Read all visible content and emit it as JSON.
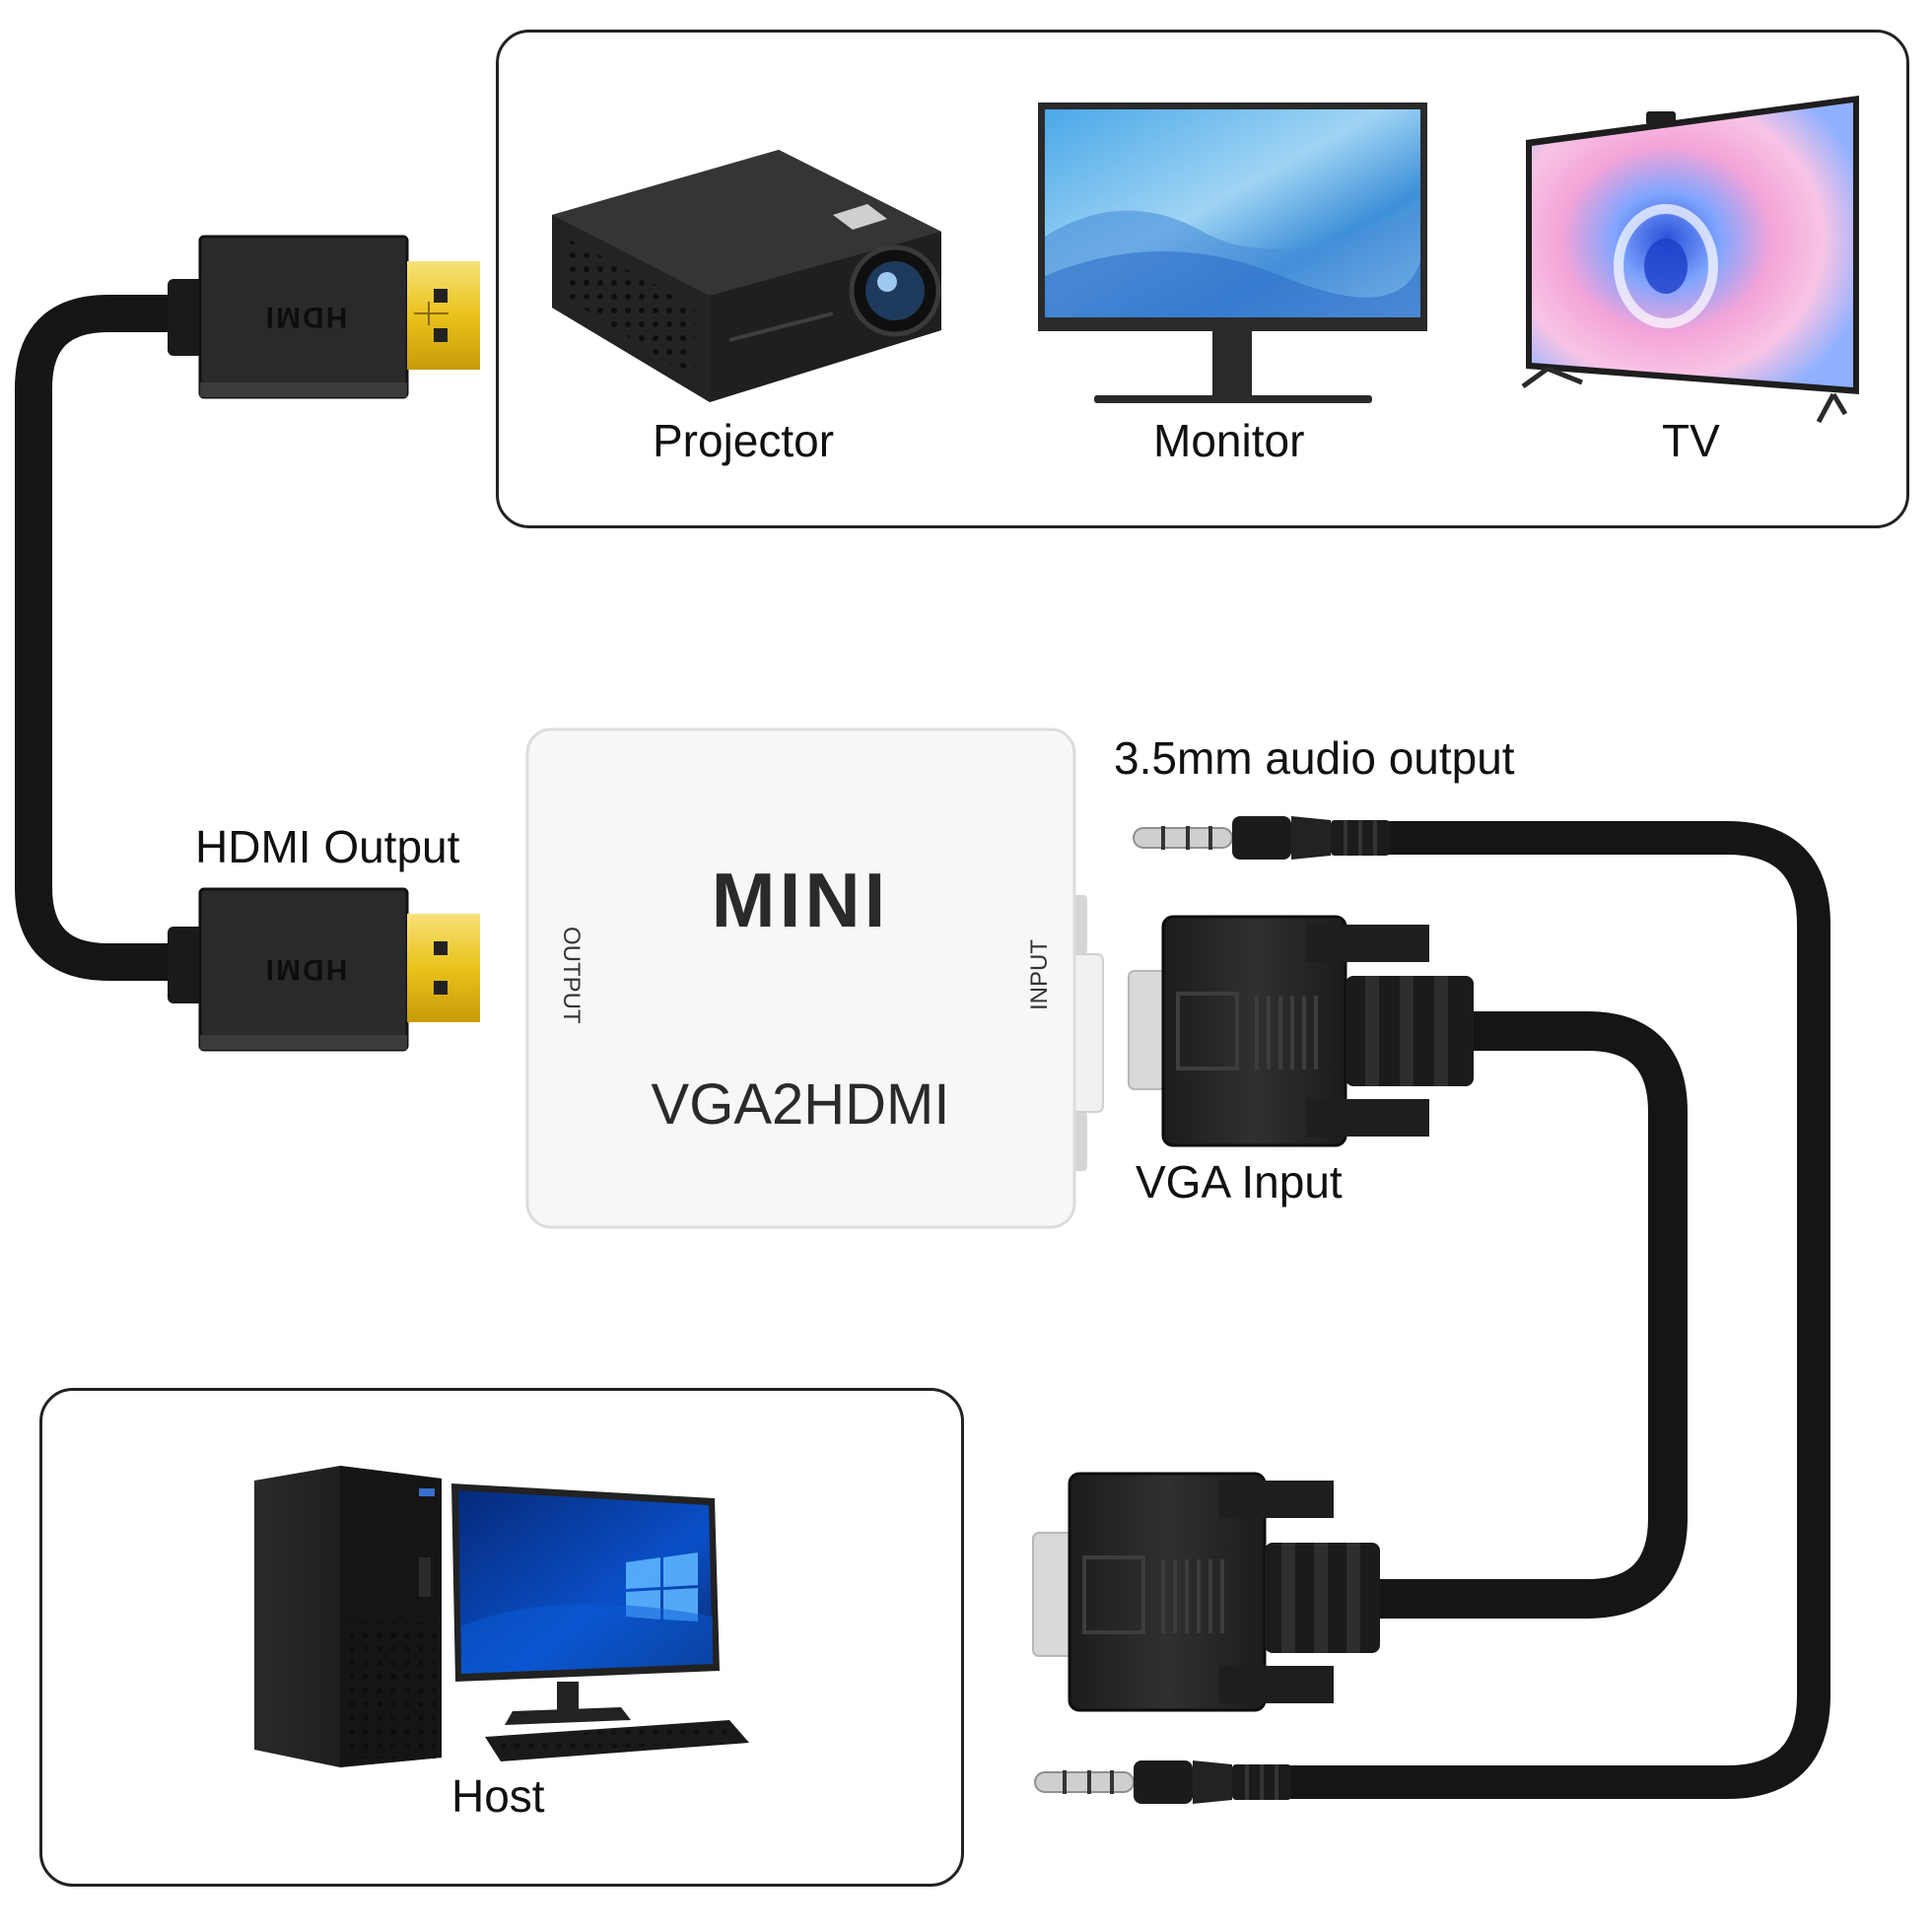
{
  "devices": {
    "projector_label": "Projector",
    "monitor_label": "Monitor",
    "tv_label": "TV",
    "host_label": "Host"
  },
  "converter": {
    "brand": "MINI",
    "model": "VGA2HDMI",
    "output_port_label": "OUTPUT",
    "input_port_label": "INPUT"
  },
  "connectors": {
    "hdmi_plug_text": "HDMI",
    "hdmi_output_label": "HDMI Output",
    "vga_input_label": "VGA Input",
    "audio_output_label": "3.5mm audio output"
  },
  "colors": {
    "cable": "#151515",
    "gold_contact": "#e9c21a",
    "frame": "#222222"
  }
}
